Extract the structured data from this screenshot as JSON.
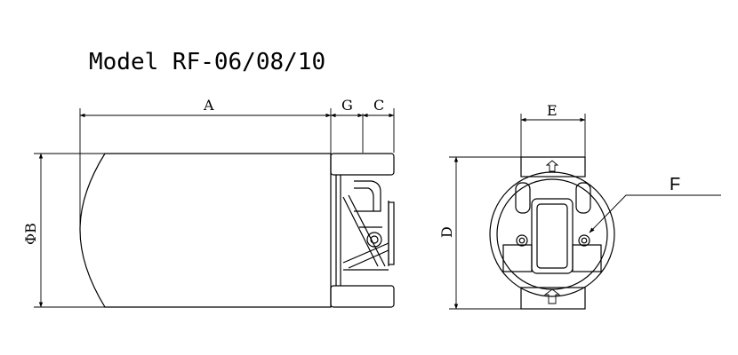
{
  "title": "Model RF-06/08/10",
  "dimensions": {
    "A": "A",
    "G": "G",
    "C": "C",
    "B": "ΦB",
    "E": "E",
    "D": "D",
    "F": "F"
  },
  "colors": {
    "line": "#000000",
    "background": "#ffffff"
  }
}
